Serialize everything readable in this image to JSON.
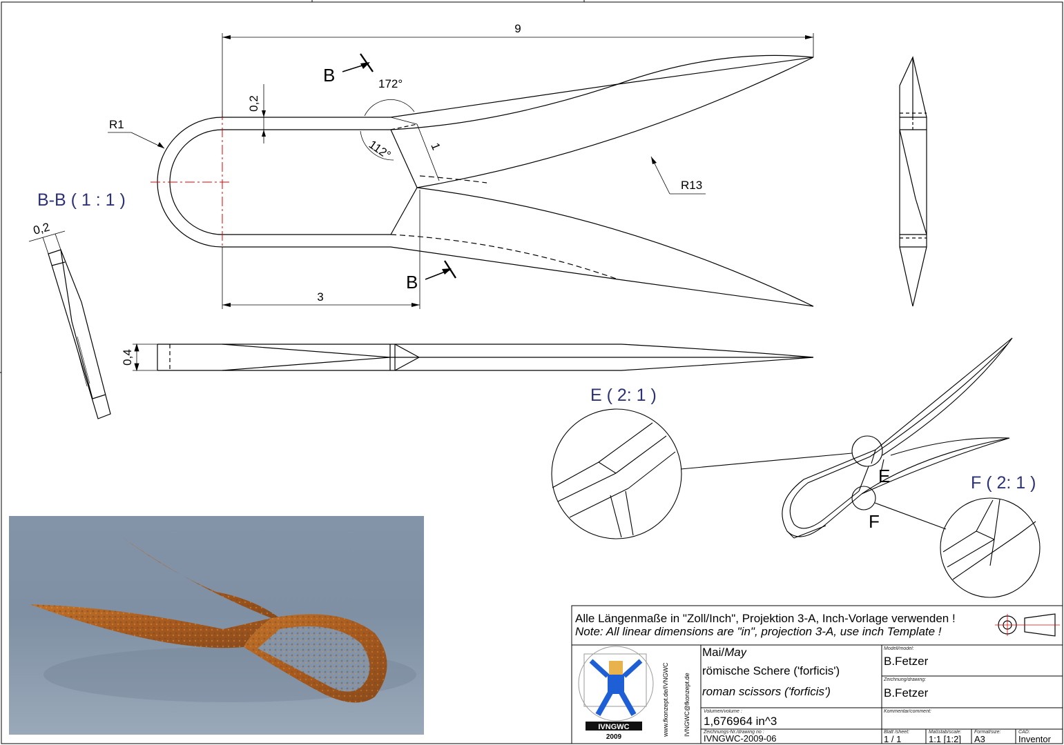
{
  "dimensions": {
    "length": "9",
    "thickness_top": "0,2",
    "radius_bow": "R1",
    "radius_blade": "R13",
    "angle_outer": "172°",
    "angle_inner": "112°",
    "width_step": "1",
    "handle_length": "3",
    "side_thickness": "0,4",
    "section_thickness": "0,2"
  },
  "section_markers": {
    "b": "B",
    "e": "E",
    "f": "F"
  },
  "view_labels": {
    "section_bb": "B-B ( 1 : 1 )",
    "detail_e": "E ( 2: 1 )",
    "detail_f": "F ( 2: 1 )"
  },
  "title_block": {
    "note_de": "Alle Längenmaße in \"Zoll/Inch\", Projektion 3-A, Inch-Vorlage verwenden !",
    "note_en": "Note: All linear dimensions are \"in\", projection 3-A, use inch Template !",
    "date_de": "Mai/",
    "date_en": "May",
    "title_de": "römische Schere ('forficis')",
    "title_en": "roman scissors ('forficis')",
    "volume_label": "Volumen/volume :",
    "volume_value": "1,676964 in^3",
    "drawing_no_label": "Zeichnungs-Nr./drawing no :",
    "drawing_no_value": "IVNGWC-2009-06",
    "model_label": "Modell/model:",
    "model_value": "B.Fetzer",
    "drawing_label": "Zeichnung/drawing:",
    "drawing_value": "B.Fetzer",
    "comment_label": "Kommentar/comment:",
    "sheet_label": "Blatt /sheet:",
    "sheet_value": "1 /  1",
    "scale_label": "Maßstab/scale:",
    "scale_value": "1:1 [1:2]",
    "format_label": "Format/size:",
    "format_value": "A3",
    "cad_label": "CAD:",
    "cad_value": "Inventor",
    "logo_text": "IVNGWC",
    "logo_year": "2009",
    "logo_url1": "www.fkonzept.de/IVNGWC",
    "logo_url2": "IVNGWC@fkonzept.de"
  },
  "colors": {
    "line": "#000000",
    "centerline": "#e00000",
    "view_label": "#2d3276",
    "rust": "#b5651d",
    "render_bg": "#8494a8"
  }
}
